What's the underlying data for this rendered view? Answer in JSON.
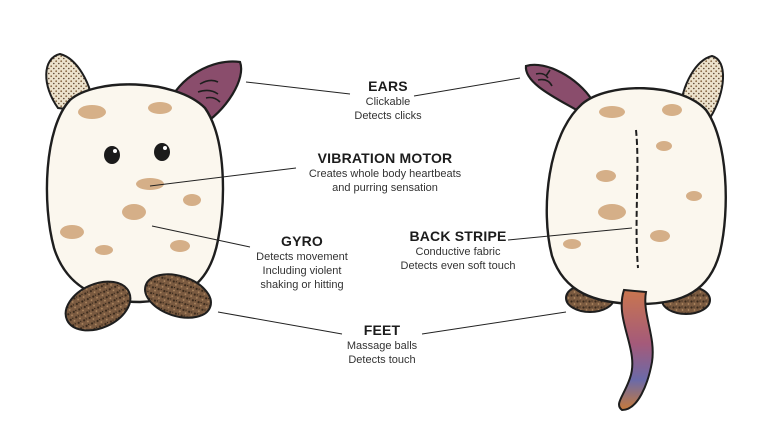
{
  "callouts": {
    "ears": {
      "title": "EARS",
      "lines": [
        "Clickable",
        "Detects clicks"
      ]
    },
    "vibration": {
      "title": "VIBRATION MOTOR",
      "lines": [
        "Creates whole body heartbeats",
        "and purring sensation"
      ]
    },
    "gyro": {
      "title": "GYRO",
      "lines": [
        "Detects movement",
        "Including violent",
        "shaking or hitting"
      ]
    },
    "back": {
      "title": "BACK STRIPE",
      "lines": [
        "Conductive fabric",
        "Detects even soft touch"
      ]
    },
    "feet": {
      "title": "FEET",
      "lines": [
        "Massage balls",
        "Detects touch"
      ]
    }
  },
  "colors": {
    "body": "#fbf7ee",
    "outline": "#1e1e1e",
    "ear_inner": "#8a4d6c",
    "fur_patch": "#c99866",
    "feet": "#7a5a40",
    "tail": "#b46b4b"
  }
}
